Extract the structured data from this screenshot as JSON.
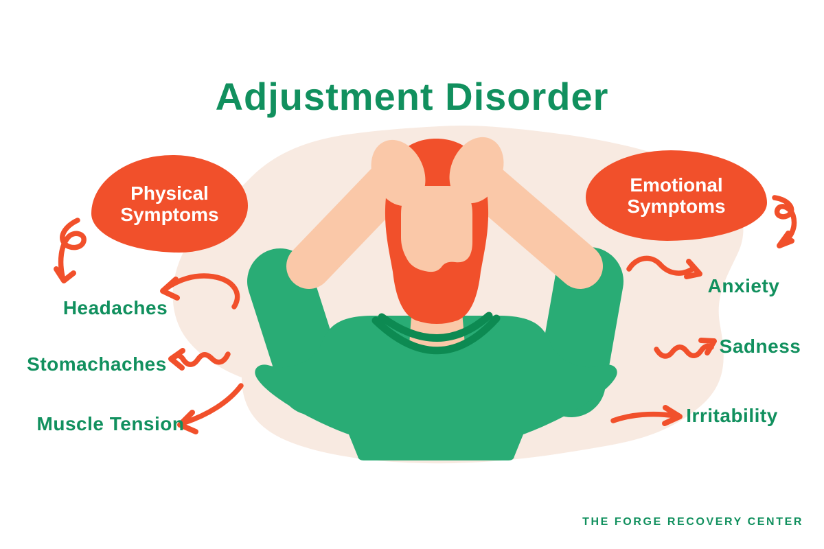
{
  "title": "Adjustment Disorder",
  "physical": {
    "bubble_line1": "Physical",
    "bubble_line2": "Symptoms",
    "symptoms": [
      "Headaches",
      "Stomachaches",
      "Muscle Tension"
    ]
  },
  "emotional": {
    "bubble_line1": "Emotional",
    "bubble_line2": "Symptoms",
    "symptoms": [
      "Anxiety",
      "Sadness",
      "Irritability"
    ]
  },
  "figure": {
    "name": "stressed-man-holding-head"
  },
  "footer": {
    "brand": "THE FORGE RECOVERY CENTER"
  },
  "colors": {
    "title_green": "#11905E",
    "label_green": "#11905E",
    "orange": "#F1502B",
    "shirt_green": "#29AC75",
    "collar_green": "#0D8A52",
    "skin": "#FAC8A8",
    "blob_beige": "#F8EAE1",
    "background": "#FFFFFF"
  }
}
